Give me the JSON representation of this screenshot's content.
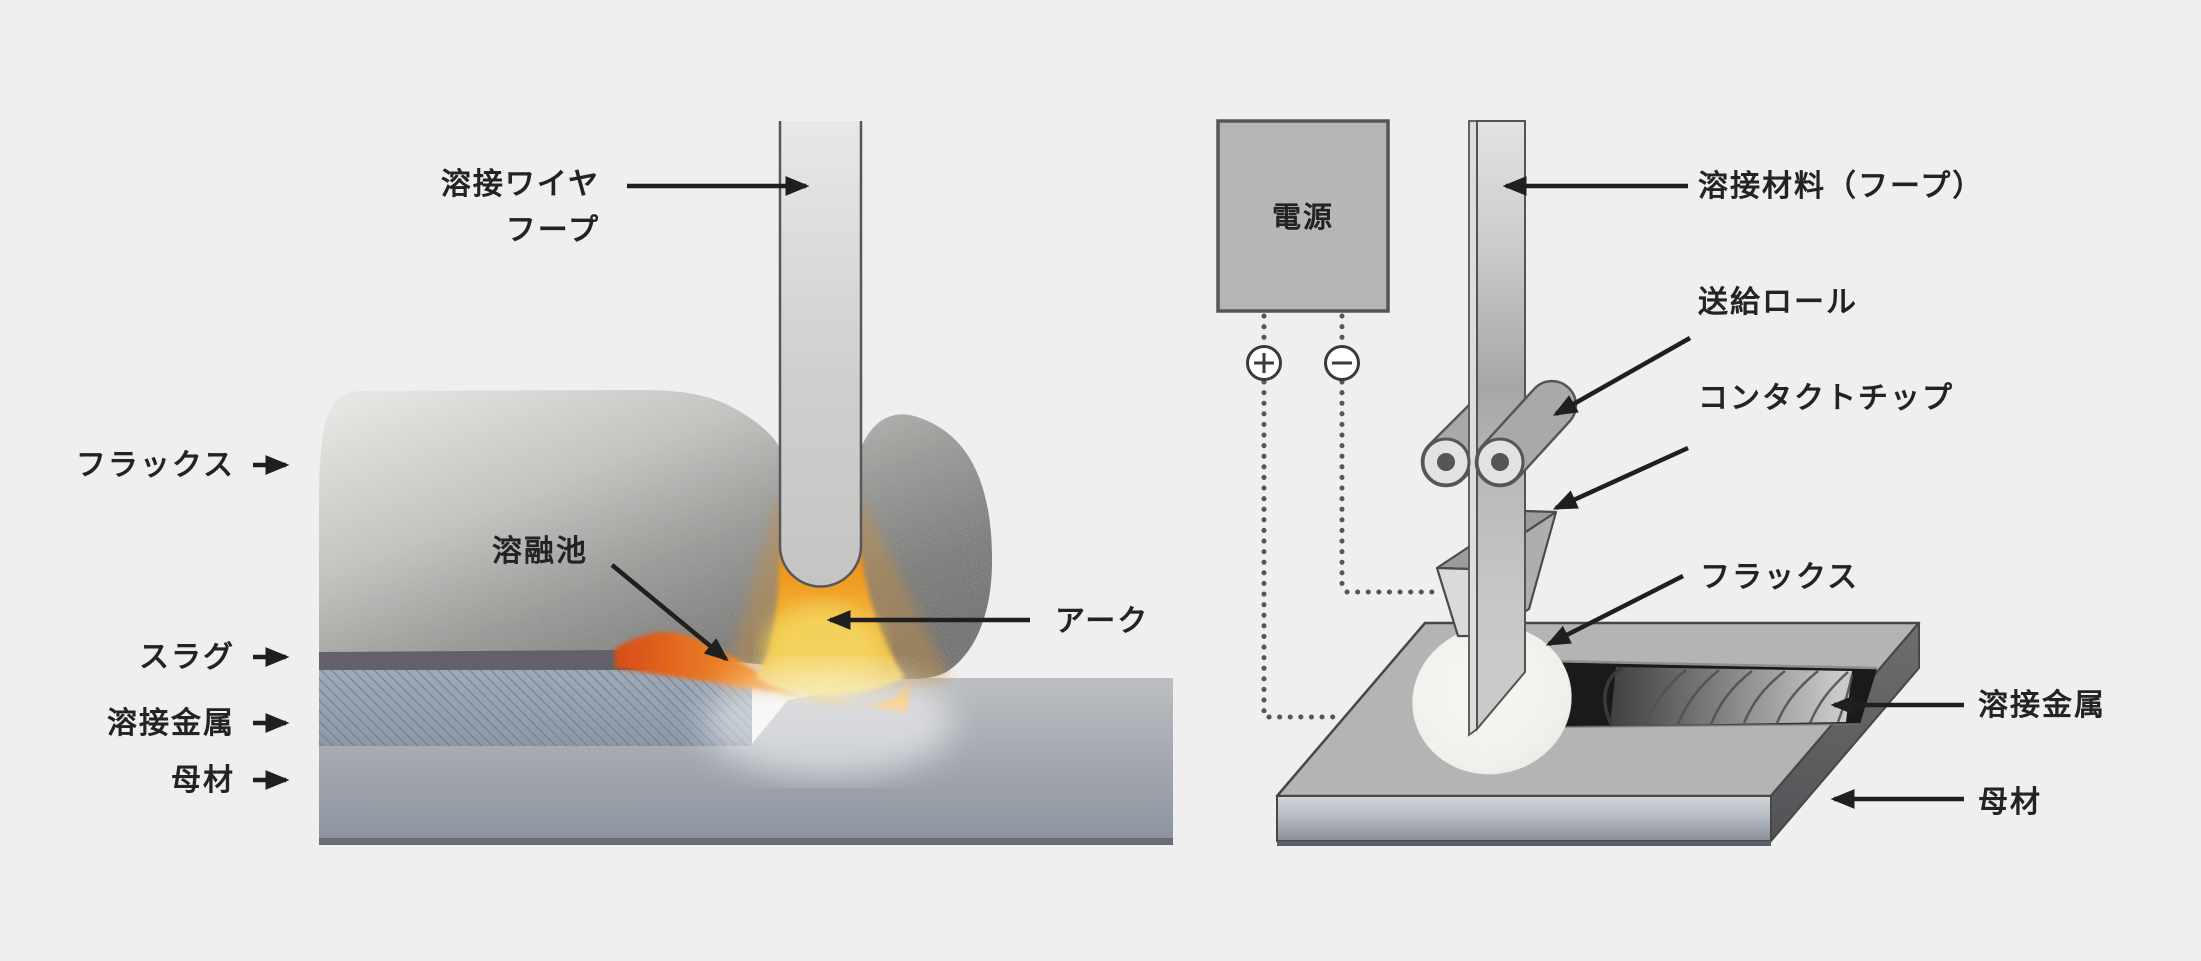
{
  "figure": {
    "background": "#efeff0",
    "left_diagram": {
      "labels": {
        "welding_wire": "溶接ワイヤ",
        "hoop": "フープ",
        "flux": "フラックス",
        "molten_pool": "溶融池",
        "slag": "スラグ",
        "weld_metal": "溶接金属",
        "base_metal": "母材",
        "arc": "アーク"
      }
    },
    "right_diagram": {
      "labels": {
        "power_source": "電源",
        "welding_material": "溶接材料（フープ）",
        "feed_roll": "送給ロール",
        "contact_tip": "コンタクトチップ",
        "flux": "フラックス",
        "weld_metal": "溶接金属",
        "base_metal": "母材"
      },
      "terminals": {
        "positive": "＋",
        "negative": "−"
      }
    },
    "colors": {
      "background": "#efeff0",
      "arc_orange": "#ef8c15",
      "arc_yellow": "#f2d157",
      "molten_red": "#d84c18",
      "weld_metal_blue": "#98a3b2",
      "slag_gray": "#616167",
      "flux_mound_dark": "#5f5f5d",
      "metal_gray": "#b4b4b4",
      "groove_black": "#1a1a1a",
      "flux_pile_white": "#f6f6f3",
      "line_dark": "#1f1f1f",
      "dotted_wire": "#55555a"
    }
  }
}
